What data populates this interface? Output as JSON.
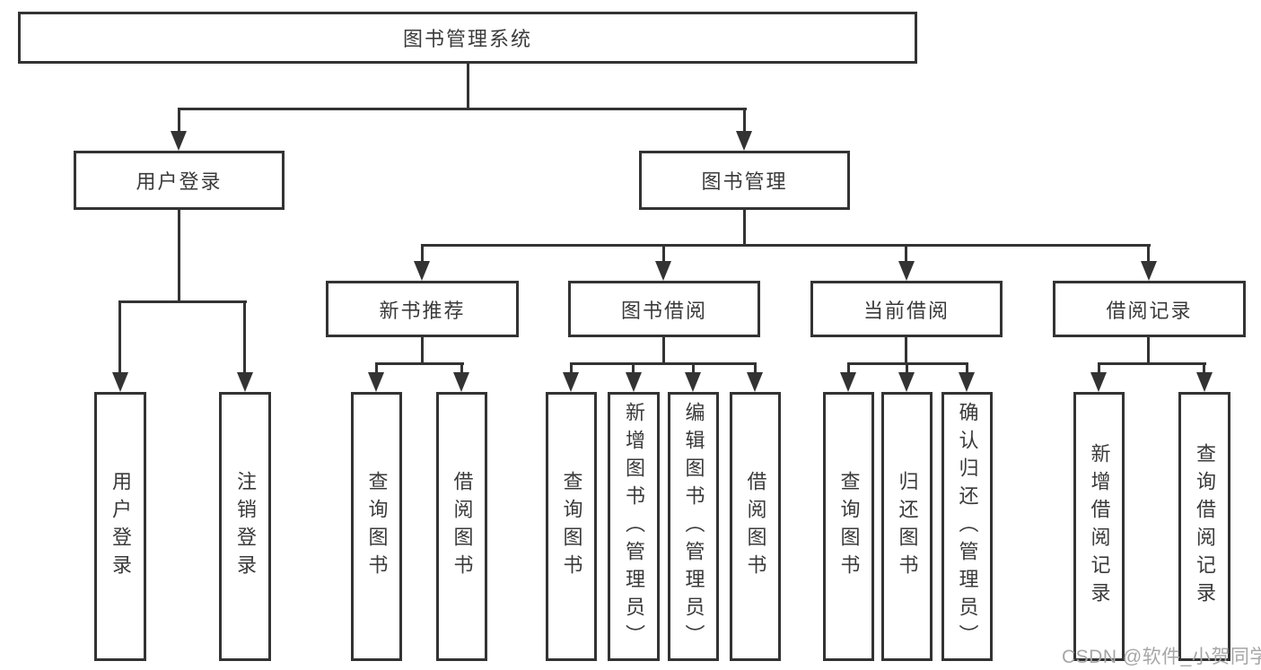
{
  "colors": {
    "line": "#333333",
    "text": "#3a3a3a",
    "background": "#ffffff",
    "watermark": "#a6a6a6"
  },
  "watermark": "CSDN @软件_小贺同学",
  "tree": {
    "root": {
      "label": "图书管理系统"
    },
    "branches": [
      {
        "label": "用户登录",
        "children": [
          {
            "label": "用户登录"
          },
          {
            "label": "注销登录"
          }
        ]
      },
      {
        "label": "图书管理",
        "children": [
          {
            "label": "新书推荐",
            "children": [
              {
                "label": "查询图书"
              },
              {
                "label": "借阅图书"
              }
            ]
          },
          {
            "label": "图书借阅",
            "children": [
              {
                "label": "查询图书"
              },
              {
                "label": "新增图书（管理员）"
              },
              {
                "label": "编辑图书（管理员）"
              },
              {
                "label": "借阅图书"
              }
            ]
          },
          {
            "label": "当前借阅",
            "children": [
              {
                "label": "查询图书"
              },
              {
                "label": "归还图书"
              },
              {
                "label": "确认归还（管理员）"
              }
            ]
          },
          {
            "label": "借阅记录",
            "children": [
              {
                "label": "新增借阅记录"
              },
              {
                "label": "查询借阅记录"
              }
            ]
          }
        ]
      }
    ]
  }
}
